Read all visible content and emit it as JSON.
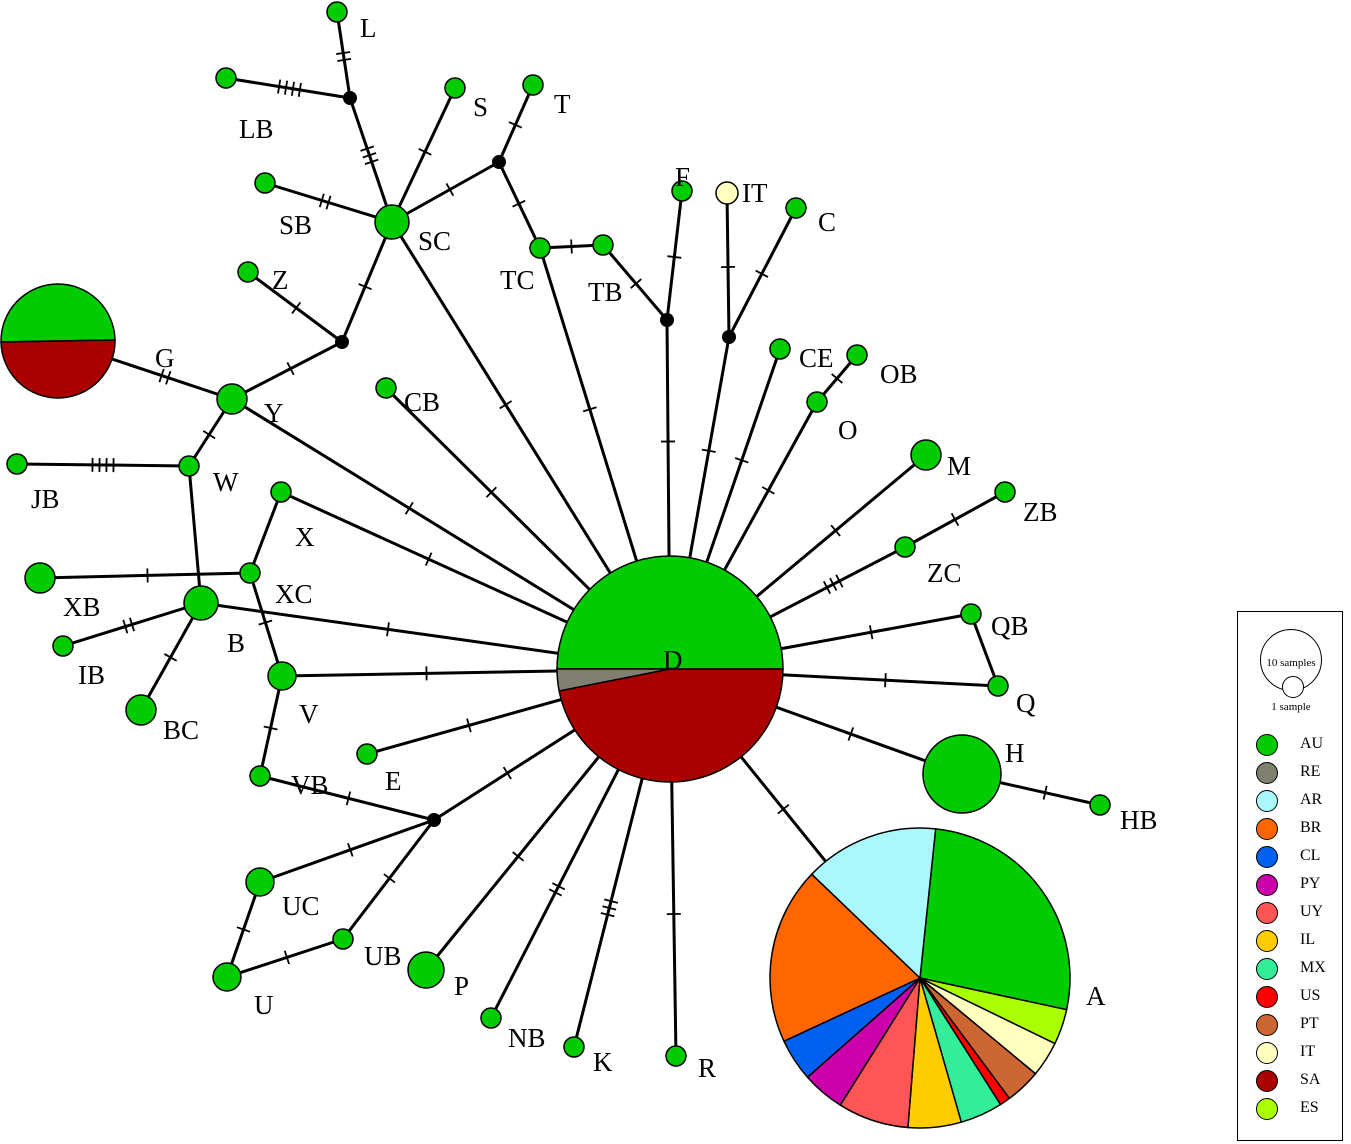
{
  "legend": {
    "scale_large": "10 samples",
    "scale_small": "1 sample",
    "items": [
      {
        "code": "AU",
        "color": "#00cc00"
      },
      {
        "code": "RE",
        "color": "#808070"
      },
      {
        "code": "AR",
        "color": "#aaf8fb"
      },
      {
        "code": "BR",
        "color": "#ff6600"
      },
      {
        "code": "CL",
        "color": "#0060f0"
      },
      {
        "code": "PY",
        "color": "#cc00aa"
      },
      {
        "code": "UY",
        "color": "#ff5555"
      },
      {
        "code": "IL",
        "color": "#ffcc00"
      },
      {
        "code": "MX",
        "color": "#33ee99"
      },
      {
        "code": "US",
        "color": "#ff0000"
      },
      {
        "code": "PT",
        "color": "#cc6633"
      },
      {
        "code": "IT",
        "color": "#ffffc0"
      },
      {
        "code": "SA",
        "color": "#aa0000"
      },
      {
        "code": "ES",
        "color": "#aaff00"
      }
    ]
  },
  "haplotypes": [
    {
      "id": "D",
      "label": "D",
      "samples": 32,
      "composition": [
        {
          "code": "AU",
          "count": 16
        },
        {
          "code": "RE",
          "count": 1
        },
        {
          "code": "SA",
          "count": 15
        }
      ]
    },
    {
      "id": "A",
      "label": "A",
      "samples": 30,
      "composition": [
        {
          "code": "AU",
          "count": 7
        },
        {
          "code": "ES",
          "count": 1
        },
        {
          "code": "IT",
          "count": 1
        },
        {
          "code": "PT",
          "count": 1
        },
        {
          "code": "US",
          "count": 0.3
        },
        {
          "code": "MX",
          "count": 1.2
        },
        {
          "code": "IL",
          "count": 1.5
        },
        {
          "code": "UY",
          "count": 2
        },
        {
          "code": "PY",
          "count": 1.2
        },
        {
          "code": "CL",
          "count": 1.2
        },
        {
          "code": "BR",
          "count": 5
        },
        {
          "code": "AR",
          "count": 3.8
        }
      ]
    },
    {
      "id": "G",
      "label": "G",
      "samples": 8,
      "composition": [
        {
          "code": "AU",
          "count": 4
        },
        {
          "code": "SA",
          "count": 4
        }
      ]
    },
    {
      "id": "H",
      "label": "H",
      "samples": 3,
      "composition": [
        {
          "code": "AU",
          "count": 3
        }
      ]
    },
    {
      "id": "SC",
      "label": "SC",
      "samples": 1.5,
      "composition": [
        {
          "code": "AU",
          "count": 1
        }
      ]
    },
    {
      "id": "B",
      "label": "B",
      "samples": 1.5,
      "composition": [
        {
          "code": "AU",
          "count": 1
        }
      ]
    },
    {
      "id": "Y",
      "label": "Y",
      "samples": 1.2,
      "composition": [
        {
          "code": "AU",
          "count": 1
        }
      ]
    },
    {
      "id": "M",
      "label": "M",
      "samples": 1.2,
      "composition": [
        {
          "code": "AU",
          "count": 1
        }
      ]
    },
    {
      "id": "XB",
      "label": "XB",
      "samples": 1.2,
      "composition": [
        {
          "code": "AU",
          "count": 1
        }
      ]
    },
    {
      "id": "BC",
      "label": "BC",
      "samples": 1.2,
      "composition": [
        {
          "code": "AU",
          "count": 1
        }
      ]
    },
    {
      "id": "P",
      "label": "P",
      "samples": 1.2,
      "composition": [
        {
          "code": "AU",
          "count": 1
        }
      ]
    },
    {
      "id": "UC",
      "label": "UC",
      "samples": 1,
      "composition": [
        {
          "code": "AU",
          "count": 1
        }
      ]
    },
    {
      "id": "U",
      "label": "U",
      "samples": 1,
      "composition": [
        {
          "code": "AU",
          "count": 1
        }
      ]
    },
    {
      "id": "V",
      "label": "V",
      "samples": 1,
      "composition": [
        {
          "code": "AU",
          "count": 1
        }
      ]
    },
    {
      "id": "IT",
      "label": "IT",
      "samples": 0.5,
      "composition": [
        {
          "code": "IT",
          "count": 1
        }
      ]
    },
    {
      "id": "L",
      "label": "L",
      "samples": 0.5,
      "composition": [
        {
          "code": "AU",
          "count": 1
        }
      ]
    },
    {
      "id": "LB",
      "label": "LB",
      "samples": 0.5,
      "composition": [
        {
          "code": "AU",
          "count": 1
        }
      ]
    },
    {
      "id": "S",
      "label": "S",
      "samples": 0.5,
      "composition": [
        {
          "code": "AU",
          "count": 1
        }
      ]
    },
    {
      "id": "T",
      "label": "T",
      "samples": 0.5,
      "composition": [
        {
          "code": "AU",
          "count": 1
        }
      ]
    },
    {
      "id": "SB",
      "label": "SB",
      "samples": 0.5,
      "composition": [
        {
          "code": "AU",
          "count": 1
        }
      ]
    },
    {
      "id": "Z",
      "label": "Z",
      "samples": 0.5,
      "composition": [
        {
          "code": "AU",
          "count": 1
        }
      ]
    },
    {
      "id": "F",
      "label": "F",
      "samples": 0.5,
      "composition": [
        {
          "code": "AU",
          "count": 1
        }
      ]
    },
    {
      "id": "C",
      "label": "C",
      "samples": 0.5,
      "composition": [
        {
          "code": "AU",
          "count": 1
        }
      ]
    },
    {
      "id": "TC",
      "label": "TC",
      "samples": 0.5,
      "composition": [
        {
          "code": "AU",
          "count": 1
        }
      ]
    },
    {
      "id": "TB",
      "label": "TB",
      "samples": 0.5,
      "composition": [
        {
          "code": "AU",
          "count": 1
        }
      ]
    },
    {
      "id": "CE",
      "label": "CE",
      "samples": 0.5,
      "composition": [
        {
          "code": "AU",
          "count": 1
        }
      ]
    },
    {
      "id": "OB",
      "label": "OB",
      "samples": 0.5,
      "composition": [
        {
          "code": "AU",
          "count": 1
        }
      ]
    },
    {
      "id": "O",
      "label": "O",
      "samples": 0.5,
      "composition": [
        {
          "code": "AU",
          "count": 1
        }
      ]
    },
    {
      "id": "CB",
      "label": "CB",
      "samples": 0.5,
      "composition": [
        {
          "code": "AU",
          "count": 1
        }
      ]
    },
    {
      "id": "ZB",
      "label": "ZB",
      "samples": 0.5,
      "composition": [
        {
          "code": "AU",
          "count": 1
        }
      ]
    },
    {
      "id": "ZC",
      "label": "ZC",
      "samples": 0.5,
      "composition": [
        {
          "code": "AU",
          "count": 1
        }
      ]
    },
    {
      "id": "QB",
      "label": "QB",
      "samples": 0.5,
      "composition": [
        {
          "code": "AU",
          "count": 1
        }
      ]
    },
    {
      "id": "Q",
      "label": "Q",
      "samples": 0.5,
      "composition": [
        {
          "code": "AU",
          "count": 1
        }
      ]
    },
    {
      "id": "HB",
      "label": "HB",
      "samples": 0.5,
      "composition": [
        {
          "code": "AU",
          "count": 1
        }
      ]
    },
    {
      "id": "JB",
      "label": "JB",
      "samples": 0.5,
      "composition": [
        {
          "code": "AU",
          "count": 1
        }
      ]
    },
    {
      "id": "W",
      "label": "W",
      "samples": 0.5,
      "composition": [
        {
          "code": "AU",
          "count": 1
        }
      ]
    },
    {
      "id": "X",
      "label": "X",
      "samples": 0.5,
      "composition": [
        {
          "code": "AU",
          "count": 1
        }
      ]
    },
    {
      "id": "XC",
      "label": "XC",
      "samples": 0.5,
      "composition": [
        {
          "code": "AU",
          "count": 1
        }
      ]
    },
    {
      "id": "IB",
      "label": "IB",
      "samples": 0.5,
      "composition": [
        {
          "code": "AU",
          "count": 1
        }
      ]
    },
    {
      "id": "VB",
      "label": "VB",
      "samples": 0.5,
      "composition": [
        {
          "code": "AU",
          "count": 1
        }
      ]
    },
    {
      "id": "E",
      "label": "E",
      "samples": 0.5,
      "composition": [
        {
          "code": "AU",
          "count": 1
        }
      ]
    },
    {
      "id": "UB",
      "label": "UB",
      "samples": 0.5,
      "composition": [
        {
          "code": "AU",
          "count": 1
        }
      ]
    },
    {
      "id": "NB",
      "label": "NB",
      "samples": 0.5,
      "composition": [
        {
          "code": "AU",
          "count": 1
        }
      ]
    },
    {
      "id": "K",
      "label": "K",
      "samples": 0.5,
      "composition": [
        {
          "code": "AU",
          "count": 1
        }
      ]
    },
    {
      "id": "R",
      "label": "R",
      "samples": 0.5,
      "composition": [
        {
          "code": "AU",
          "count": 1
        }
      ]
    }
  ],
  "median_vectors": [
    "mv1",
    "mv2",
    "mv3",
    "mv4",
    "mv5",
    "mv6"
  ],
  "edges": [
    {
      "from": "L",
      "to": "mv1",
      "mutations": 2
    },
    {
      "from": "LB",
      "to": "mv1",
      "mutations": 4
    },
    {
      "from": "mv1",
      "to": "SC",
      "mutations": 3
    },
    {
      "from": "S",
      "to": "SC",
      "mutations": 1
    },
    {
      "from": "SB",
      "to": "SC",
      "mutations": 2
    },
    {
      "from": "SC",
      "to": "mv2",
      "mutations": 1
    },
    {
      "from": "T",
      "to": "mv2",
      "mutations": 1
    },
    {
      "from": "mv2",
      "to": "TC",
      "mutations": 1
    },
    {
      "from": "TC",
      "to": "TB",
      "mutations": 1
    },
    {
      "from": "TB",
      "to": "mv4",
      "mutations": 1
    },
    {
      "from": "F",
      "to": "mv4",
      "mutations": 1
    },
    {
      "from": "mv4",
      "to": "D",
      "mutations": 1
    },
    {
      "from": "TC",
      "to": "D",
      "mutations": 1
    },
    {
      "from": "IT",
      "to": "mv5",
      "mutations": 1
    },
    {
      "from": "C",
      "to": "mv5",
      "mutations": 1
    },
    {
      "from": "mv5",
      "to": "D",
      "mutations": 1
    },
    {
      "from": "SC",
      "to": "mv3",
      "mutations": 1
    },
    {
      "from": "SC",
      "to": "D",
      "mutations": 1
    },
    {
      "from": "Z",
      "to": "mv3",
      "mutations": 1
    },
    {
      "from": "mv3",
      "to": "Y",
      "mutations": 1
    },
    {
      "from": "G",
      "to": "Y",
      "mutations": 2
    },
    {
      "from": "Y",
      "to": "W",
      "mutations": 1
    },
    {
      "from": "Y",
      "to": "D",
      "mutations": 1
    },
    {
      "from": "JB",
      "to": "W",
      "mutations": 4
    },
    {
      "from": "W",
      "to": "B",
      "mutations": 0
    },
    {
      "from": "CB",
      "to": "D",
      "mutations": 1
    },
    {
      "from": "CE",
      "to": "D",
      "mutations": 1
    },
    {
      "from": "OB",
      "to": "O",
      "mutations": 1
    },
    {
      "from": "O",
      "to": "D",
      "mutations": 1
    },
    {
      "from": "M",
      "to": "D",
      "mutations": 1
    },
    {
      "from": "ZB",
      "to": "ZC",
      "mutations": 1
    },
    {
      "from": "ZC",
      "to": "D",
      "mutations": 3
    },
    {
      "from": "QB",
      "to": "Q",
      "mutations": 0
    },
    {
      "from": "QB",
      "to": "D",
      "mutations": 1
    },
    {
      "from": "Q",
      "to": "D",
      "mutations": 1
    },
    {
      "from": "D",
      "to": "H",
      "mutations": 1
    },
    {
      "from": "H",
      "to": "HB",
      "mutations": 1
    },
    {
      "from": "D",
      "to": "A",
      "mutations": 1
    },
    {
      "from": "X",
      "to": "XC",
      "mutations": 0
    },
    {
      "from": "X",
      "to": "D",
      "mutations": 1
    },
    {
      "from": "XB",
      "to": "XC",
      "mutations": 1
    },
    {
      "from": "XC",
      "to": "V",
      "mutations": 1
    },
    {
      "from": "B",
      "to": "D",
      "mutations": 1
    },
    {
      "from": "IB",
      "to": "B",
      "mutations": 2
    },
    {
      "from": "B",
      "to": "BC",
      "mutations": 1
    },
    {
      "from": "V",
      "to": "D",
      "mutations": 1
    },
    {
      "from": "V",
      "to": "VB",
      "mutations": 1
    },
    {
      "from": "VB",
      "to": "mv6",
      "mutations": 1
    },
    {
      "from": "E",
      "to": "D",
      "mutations": 1
    },
    {
      "from": "UC",
      "to": "mv6",
      "mutations": 1
    },
    {
      "from": "UB",
      "to": "mv6",
      "mutations": 1
    },
    {
      "from": "mv6",
      "to": "D",
      "mutations": 1
    },
    {
      "from": "UC",
      "to": "U",
      "mutations": 1
    },
    {
      "from": "U",
      "to": "UB",
      "mutations": 1
    },
    {
      "from": "P",
      "to": "D",
      "mutations": 1
    },
    {
      "from": "NB",
      "to": "D",
      "mutations": 2
    },
    {
      "from": "K",
      "to": "D",
      "mutations": 3
    },
    {
      "from": "R",
      "to": "D",
      "mutations": 1
    }
  ]
}
